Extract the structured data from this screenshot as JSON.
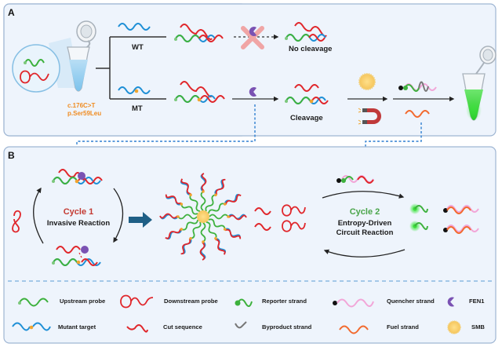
{
  "panels": {
    "a": {
      "letter": "A",
      "mutation": {
        "cdna": "c.176C>T",
        "protein": "p.Ser59Leu"
      },
      "branches": {
        "wt": {
          "label": "WT",
          "result": "No cleavage"
        },
        "mt": {
          "label": "MT",
          "result": "Cleavage"
        }
      }
    },
    "b": {
      "letter": "B",
      "cycle1": {
        "title": "Cycle 1",
        "subtitle": "Invasive Reaction"
      },
      "cycle2": {
        "title": "Cycle 2",
        "subtitle_line1": "Entropy-Driven",
        "subtitle_line2": "Circuit Reaction"
      }
    }
  },
  "legend": {
    "items": [
      {
        "icon": "upstream-probe-icon",
        "label": "Upstream probe"
      },
      {
        "icon": "downstream-probe-icon",
        "label": "Downstream probe"
      },
      {
        "icon": "reporter-strand-icon",
        "label": "Reporter strand"
      },
      {
        "icon": "quencher-strand-icon",
        "label": "Quencher strand"
      },
      {
        "icon": "fen1-icon",
        "label": "FEN1"
      },
      {
        "icon": "mutant-target-icon",
        "label": "Mutant target"
      },
      {
        "icon": "cut-sequence-icon",
        "label": "Cut sequence"
      },
      {
        "icon": "byproduct-strand-icon",
        "label": "Byproduct strand"
      },
      {
        "icon": "fuel-strand-icon",
        "label": "Fuel strand"
      },
      {
        "icon": "smb-icon",
        "label": "SMB"
      }
    ]
  },
  "colors": {
    "panel_bg": "#eef4fc",
    "panel_border": "#9fb6d3",
    "upstream": "#3db13d",
    "downstream": "#e0262b",
    "target": "#1e8fd6",
    "mutation_dot": "#f0a530",
    "quencher": "#f2a6d8",
    "fuel": "#f26a2e",
    "byproduct": "#777777",
    "fen1": "#7a52b3",
    "smb": "#f8cf6c",
    "mutation_text": "#f08c21",
    "cycle1_text": "#c43a32",
    "cycle2_text": "#4aa54a",
    "dashed_link": "#2f7fd0",
    "big_arrow": "#1f5f86",
    "fluorescence": "#3cdc3c"
  }
}
